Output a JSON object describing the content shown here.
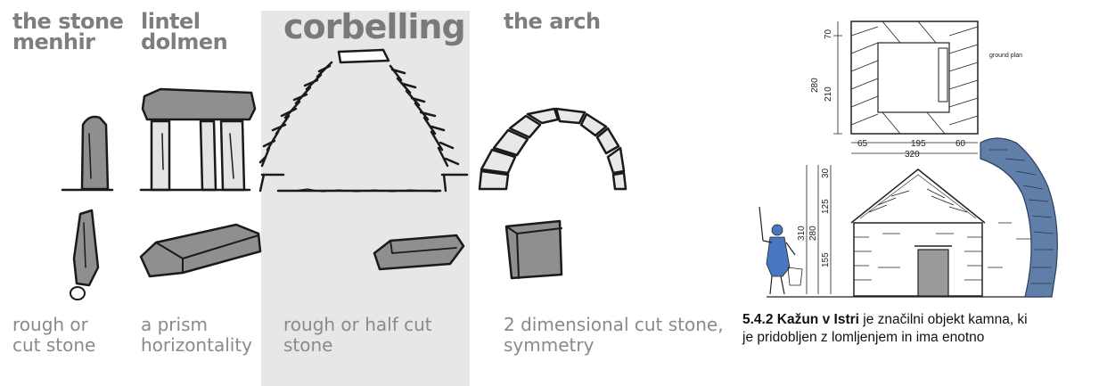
{
  "columns": [
    {
      "heading_lines": [
        "the stone",
        "menhir"
      ],
      "caption_lines": [
        "rough or",
        "cut stone"
      ]
    },
    {
      "heading_lines": [
        "lintel",
        "dolmen"
      ],
      "caption_lines": [
        "a prism",
        "horizontality"
      ]
    },
    {
      "heading_lines": [
        "corbelling"
      ],
      "caption_lines": [
        "rough or half cut",
        "stone"
      ]
    },
    {
      "heading_lines": [
        "the arch"
      ],
      "caption_lines": [
        "2 dimensional cut stone,",
        "symmetry"
      ]
    }
  ],
  "drawing_labels": {
    "ground_plan": "ground plan",
    "dims_top": [
      "70",
      "280",
      "210"
    ],
    "dims_bottom": [
      "65",
      "195",
      "60",
      "320"
    ],
    "dims_section": [
      "30",
      "125",
      "310",
      "280",
      "155"
    ]
  },
  "caption": {
    "bold": "5.4.2 Kažun v Istri",
    "rest_line1": " je značilni objekt kamna, ki",
    "line2": "je pridobljen z lomljenjem in ima enotno"
  },
  "colors": {
    "shade": "#e7e7e7",
    "stone": "#8f8f8f",
    "figure_blue": "#4a78c0"
  }
}
